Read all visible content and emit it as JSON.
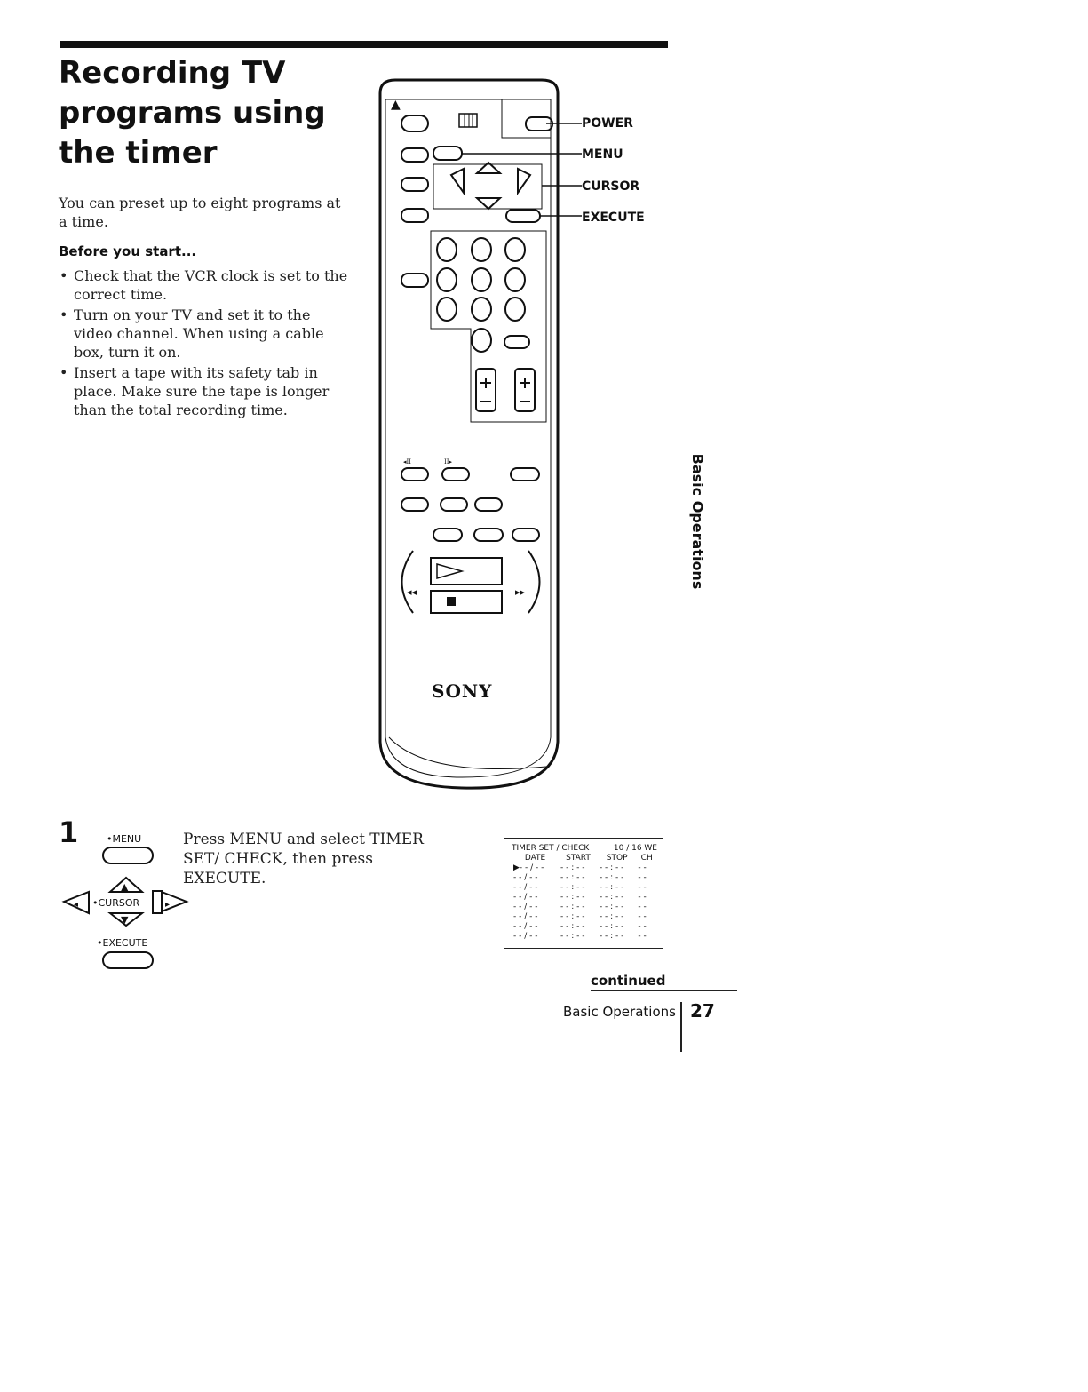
{
  "heading": {
    "title": "Recording TV programs using the timer"
  },
  "intro": "You can preset up to eight programs at a time.",
  "before_start": {
    "heading": "Before you start...",
    "bullets": [
      "Check that the VCR clock is set to the correct time.",
      "Turn on your TV and set it to the video channel. When using a cable box, turn it on.",
      "Insert a tape with its safety tab in place. Make sure the tape is longer than the total recording time."
    ]
  },
  "remote": {
    "brand": "SONY",
    "callouts": [
      "POWER",
      "MENU",
      "CURSOR",
      "EXECUTE"
    ]
  },
  "side_tab": "Basic Operations",
  "step1": {
    "number": "1",
    "labels": {
      "menu": "•MENU",
      "cursor": "•CURSOR",
      "execute": "•EXECUTE"
    },
    "text": "Press MENU and select TIMER SET/ CHECK, then press EXECUTE."
  },
  "osd": {
    "title": "TIMER SET / CHECK",
    "date": "10 / 16  WE",
    "columns": [
      "DATE",
      "START",
      "STOP",
      "CH"
    ],
    "rows": [
      [
        "▶- - / - -",
        "- - : - -",
        "- - : - -",
        "- -"
      ],
      [
        "- - / - -",
        "- - : - -",
        "- - : - -",
        "- -"
      ],
      [
        "- - / - -",
        "- - : - -",
        "- - : - -",
        "- -"
      ],
      [
        "- - / - -",
        "- - : - -",
        "- - : - -",
        "- -"
      ],
      [
        "- - / - -",
        "- - : - -",
        "- - : - -",
        "- -"
      ],
      [
        "- - / - -",
        "- - : - -",
        "- - : - -",
        "- -"
      ],
      [
        "- - / - -",
        "- - : - -",
        "- - : - -",
        "- -"
      ],
      [
        "- - / - -",
        "- - : - -",
        "- - : - -",
        "- -"
      ]
    ]
  },
  "footer": {
    "continued": "continued",
    "section": "Basic Operations",
    "page": "27"
  }
}
